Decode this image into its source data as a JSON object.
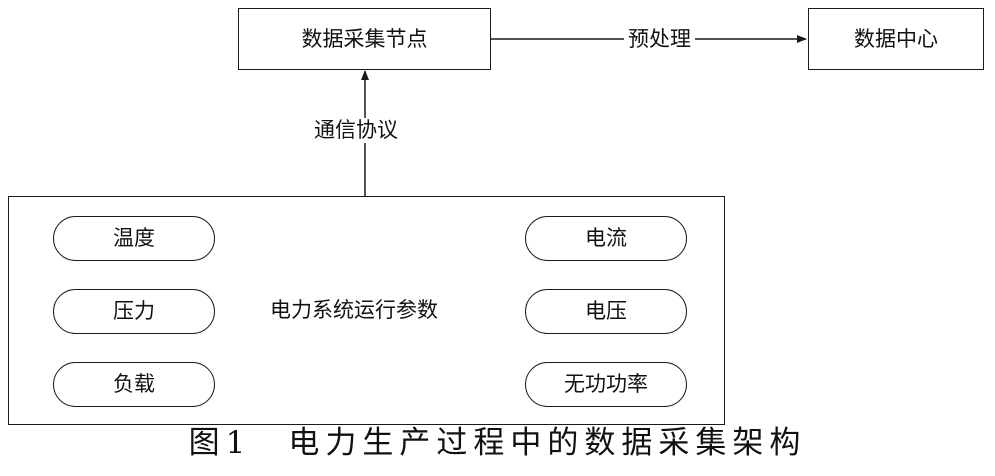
{
  "nodes": {
    "collector": "数据采集节点",
    "datacenter": "数据中心",
    "system_params": "电力系统运行参数"
  },
  "edges": {
    "preprocess": "预处理",
    "protocol": "通信协议"
  },
  "params_left": [
    "温度",
    "压力",
    "负载"
  ],
  "params_right": [
    "电流",
    "电压",
    "无功功率"
  ],
  "caption": "图1　电力生产过程中的数据采集架构"
}
